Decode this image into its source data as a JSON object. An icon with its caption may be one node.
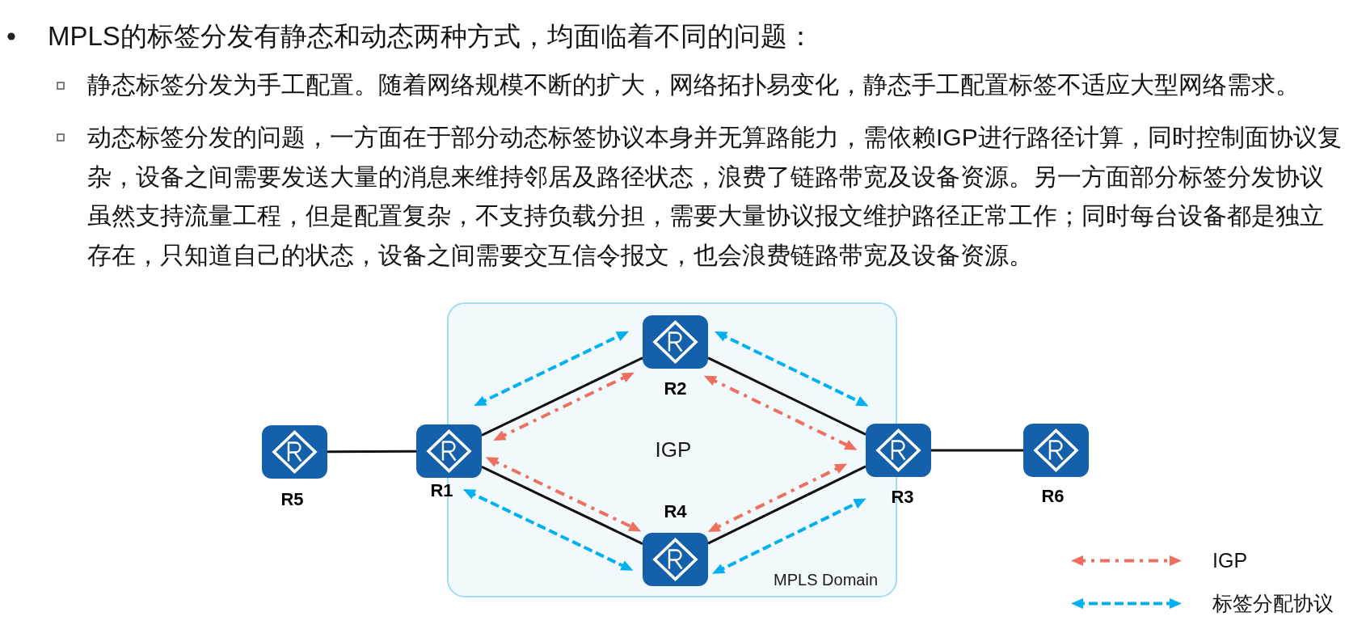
{
  "diagram": {
    "nodes": [
      {
        "text": [
          "IGP",
          "MPLS Domain"
        ]
      },
      {
        "text": [
          "R2"
        ],
        "in": 0
      },
      {
        "text": [
          "R5"
        ]
      },
      {
        "text": [
          "R1"
        ]
      },
      {
        "text": [
          "R3"
        ]
      },
      {
        "text": [
          "R6"
        ]
      },
      {
        "text": [
          "R4"
        ],
        "in": 0
      }
    ],
    "edges": [
      {
        "from": 2,
        "to": 3,
        "arrow": "none"
      },
      {
        "from": 3,
        "to": 1,
        "arrow": "none"
      },
      {
        "from": 1,
        "to": 4,
        "arrow": "none"
      },
      {
        "from": 3,
        "to": 6,
        "arrow": "none"
      },
      {
        "from": 6,
        "to": 4,
        "arrow": "none"
      },
      {
        "from": 4,
        "to": 5,
        "arrow": "none"
      },
      {
        "from": 3,
        "to": 1,
        "arrow": "both",
        "style": "dashed",
        "color": "#00b0f0"
      },
      {
        "from": 1,
        "to": 4,
        "arrow": "both",
        "style": "dashed",
        "color": "#00b0f0"
      },
      {
        "from": 3,
        "to": 6,
        "arrow": "both",
        "style": "dashed",
        "color": "#00b0f0"
      },
      {
        "from": 6,
        "to": 4,
        "arrow": "both",
        "style": "dashed",
        "color": "#00b0f0"
      },
      {
        "from": 3,
        "to": 1,
        "arrow": "both",
        "style": "dashed",
        "color": "#ef6f5e"
      },
      {
        "from": 1,
        "to": 4,
        "arrow": "both",
        "style": "dashed",
        "color": "#ef6f5e"
      },
      {
        "from": 3,
        "to": 6,
        "arrow": "both",
        "style": "dashed",
        "color": "#ef6f5e"
      },
      {
        "from": 6,
        "to": 4,
        "arrow": "both",
        "style": "dashed",
        "color": "#ef6f5e"
      }
    ],
    "labels": [
      "MPLS的标签分发有静态和动态两种方式，均面临着不同的问题：",
      "静态标签分发为手工配置。随着网络规模不断的扩大，网络拓扑易变化，静态手工配置标签不适应大型网络需求。",
      "动态标签分发的问题，一方面在于部分动态标签协议本身并无算路能力，需依赖IGP进行路径计算，同时控制面协议复杂，设备之间需要发送大量的消息来维持邻居及路径状态，浪费了链路带宽及设备资源。另一方面部分标签分发协议虽然支持流量工程，但是配置复杂，不支持负载分担，需要大量协议报文维护路径正常工作；同时每台设备都是独立存在，只知道自己的状态，设备之间需要交互信令报文，也会浪费链路带宽及设备资源。"
    ],
    "legend": [
      {
        "text": "IGP"
      },
      {
        "text": "标签分配协议"
      }
    ]
  }
}
